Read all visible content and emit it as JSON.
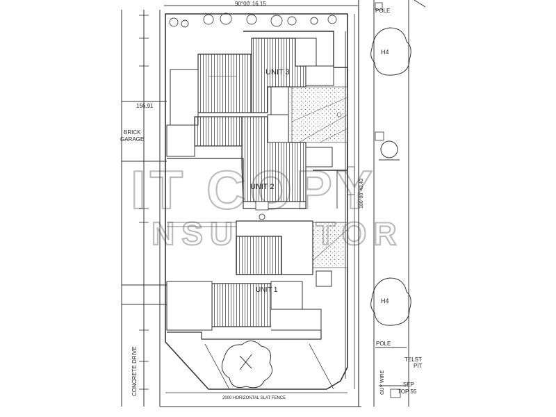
{
  "labels": {
    "bearing_top": "90°00' 16.15",
    "bearing_right": "180°00' 43.43",
    "unit_3": "UNIT 3",
    "unit_2": "UNIT 2",
    "unit_1": "UNIT 1",
    "pole_top": "POLE",
    "h4_top": "H4",
    "h4_bottom": "H4",
    "pole_bottom": "POLE",
    "telst": "TELST",
    "pit": "PIT",
    "sep": "SEP",
    "top_s": "TOP 55",
    "guy_wire": "GUY WIRE",
    "concrete_drive": "CONCRETE DRIVE",
    "brick": "BRICK",
    "garage": "GARAGE",
    "dim_left": "156.91",
    "fence_bottom": "2000 HORIZONTAL SLAT FENCE"
  },
  "watermark": {
    "line1": "IT COPY",
    "line2": "NSULTATOR"
  },
  "colors": {
    "line": "#333333",
    "hatch": "#4a4a4a",
    "watermark": "#bcbcbc"
  }
}
